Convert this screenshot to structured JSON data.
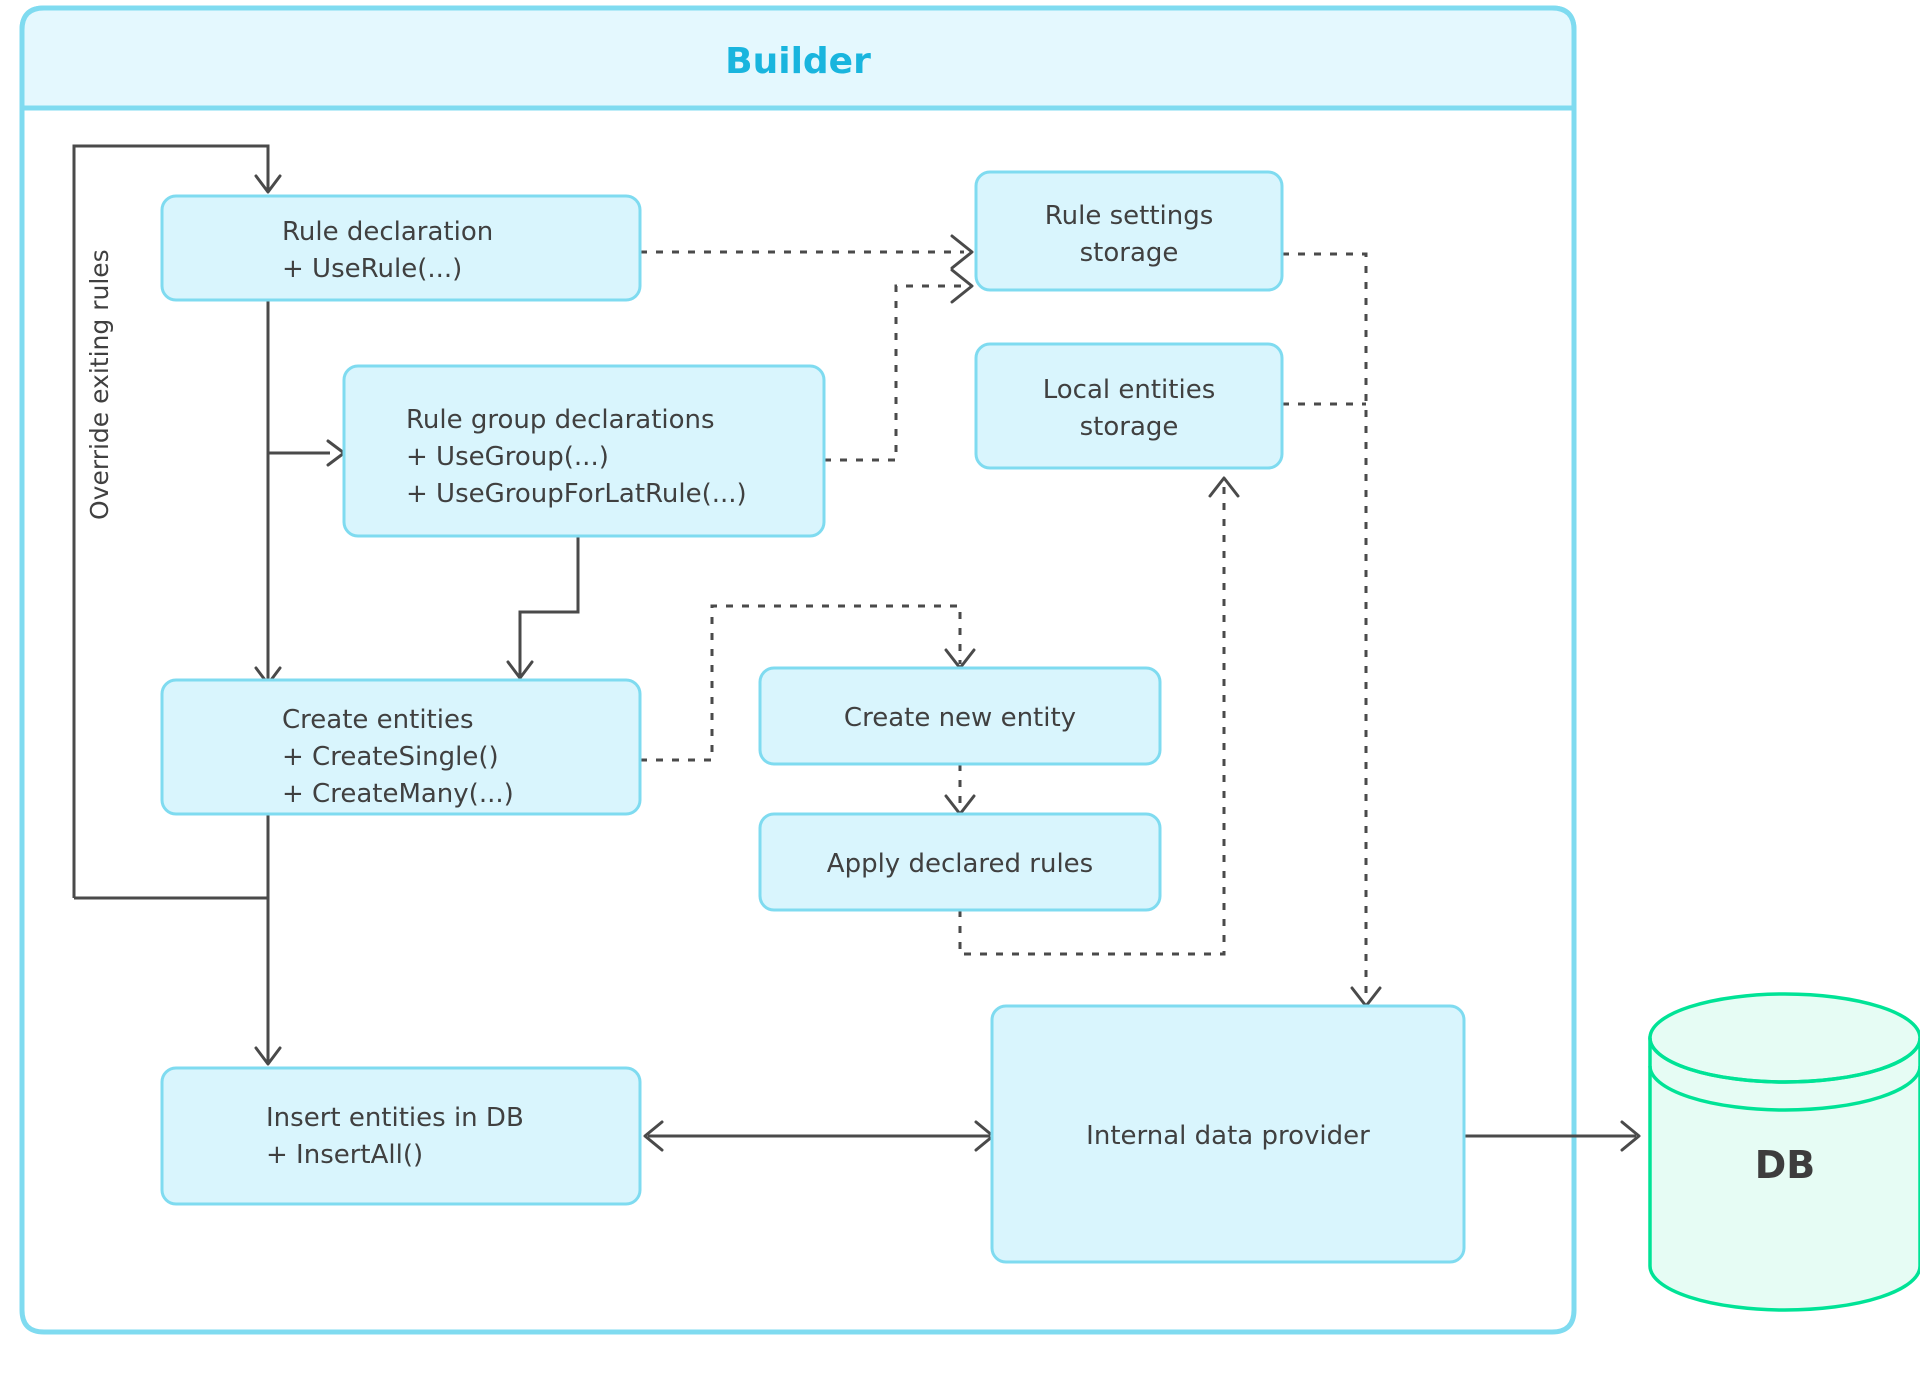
{
  "container": {
    "title": "Builder",
    "accent_color": "#19b5de",
    "border_color": "#7fdbf0",
    "header_fill": "#e4f8fe"
  },
  "edge_labels": {
    "override": "Override exiting rules"
  },
  "nodes": {
    "rule_declaration": {
      "line1": "Rule declaration",
      "line2": "+ UseRule(...)"
    },
    "rule_group": {
      "line1": "Rule group declarations",
      "line2": "+ UseGroup(...)",
      "line3": "+ UseGroupForLatRule(...)"
    },
    "create_entities": {
      "line1": "Create entities",
      "line2": "+ CreateSingle()",
      "line3": "+ CreateMany(...)"
    },
    "insert_entities": {
      "line1": "Insert entities in DB",
      "line2": "+ InsertAll()"
    },
    "rule_settings_storage": {
      "line1": "Rule settings",
      "line2": "storage"
    },
    "local_entities_storage": {
      "line1": "Local entities",
      "line2": "storage"
    },
    "create_new_entity": {
      "label": "Create new entity"
    },
    "apply_declared_rules": {
      "label": "Apply declared rules"
    },
    "internal_data_provider": {
      "label": "Internal data provider"
    },
    "database": {
      "label": "DB",
      "stroke_color": "#00e396",
      "fill_color": "#e6fcf4"
    }
  },
  "node_fill": "#d9f5fd",
  "connector_color": "#4a4a4a"
}
